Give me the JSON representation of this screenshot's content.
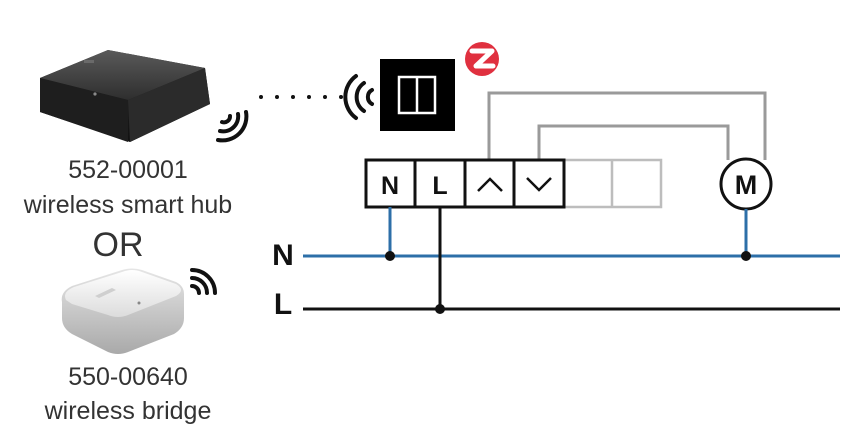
{
  "hub": {
    "part_number": "552-00001",
    "description": "wireless smart hub"
  },
  "separator": "OR",
  "bridge": {
    "part_number": "550-00640",
    "description": "wireless bridge"
  },
  "terminals": [
    {
      "id": "N",
      "label": "N"
    },
    {
      "id": "L",
      "label": "L"
    },
    {
      "id": "up",
      "label": "",
      "icon": "chevron-up-icon"
    },
    {
      "id": "down",
      "label": "",
      "icon": "chevron-down-icon"
    },
    {
      "id": "unused-1",
      "label": ""
    },
    {
      "id": "unused-2",
      "label": ""
    }
  ],
  "motor": {
    "label": "M"
  },
  "rails": {
    "neutral": {
      "label": "N",
      "color": "#2d6fa8"
    },
    "live": {
      "label": "L",
      "color": "#111111"
    }
  },
  "colors": {
    "zwave_badge": "#e0303f",
    "gray_wire": "#9a9a9a",
    "switch_face": "#000000"
  },
  "icons": [
    "zwave-logo-icon",
    "wifi-signal-icon",
    "wall-switch-icon",
    "hub-device-icon",
    "bridge-device-icon"
  ]
}
